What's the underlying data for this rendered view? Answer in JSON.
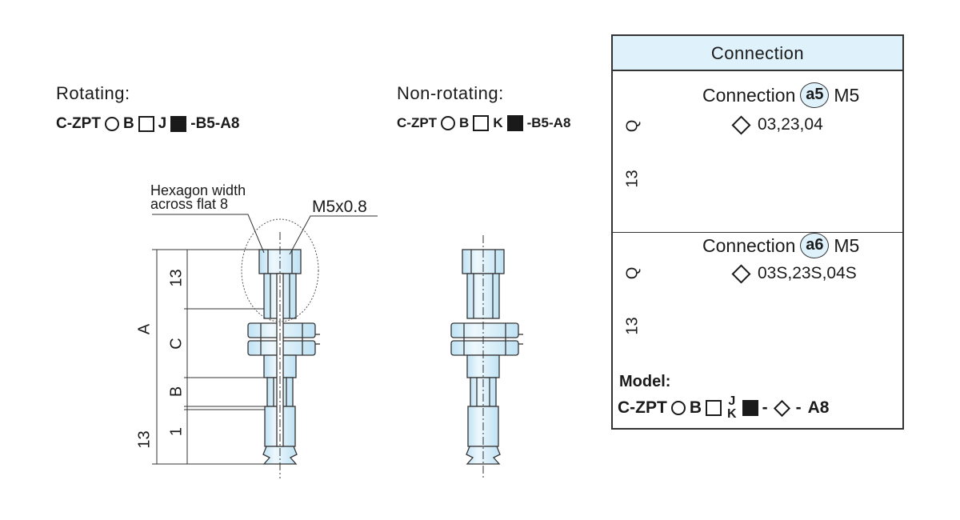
{
  "rotating": {
    "heading": "Rotating:",
    "model_prefix": "C-ZPT",
    "model_b": "B",
    "model_j": "J",
    "model_suffix": "-B5-A8"
  },
  "non_rotating": {
    "heading": "Non-rotating:",
    "model_prefix": "C-ZPT",
    "model_b": "B",
    "model_k": "K",
    "model_suffix": "-B5-A8"
  },
  "drawing": {
    "hex_label_line1": "Hexagon width",
    "hex_label_line2": "across flat 8",
    "thread_label": "M5x0.8",
    "dim_13_top": "13",
    "dim_A": "A",
    "dim_C": "C",
    "dim_B": "B",
    "dim_1": "1",
    "dim_13_bottom": "13"
  },
  "connection_panel": {
    "title": "Connection",
    "a5": {
      "label": "Connection",
      "badge": "a5",
      "thread": "M5",
      "options": "03,23,04",
      "dim_Q": "Q",
      "dim_13": "13"
    },
    "a6": {
      "label": "Connection",
      "badge": "a6",
      "thread": "M5",
      "options": "03S,23S,04S",
      "dim_Q": "Q",
      "dim_13": "13"
    },
    "model": {
      "title": "Model:",
      "prefix": "C-ZPT",
      "b": "B",
      "j": "J",
      "k": "K",
      "dash1": "-",
      "dash2": "-",
      "suffix": "A8"
    }
  },
  "colors": {
    "part_fill": "#dff1fb",
    "line": "#333333",
    "accent_badge": "#dff1fb"
  }
}
